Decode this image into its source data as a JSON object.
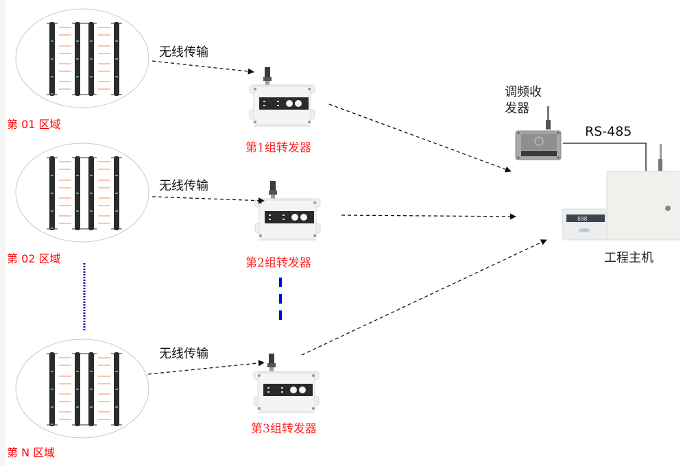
{
  "zones": [
    {
      "label": "第 01 区域"
    },
    {
      "label": "第 02 区域"
    },
    {
      "label": "第 N 区域"
    }
  ],
  "wireless_labels": [
    "无线传输",
    "无线传输",
    "无线传输"
  ],
  "relays": [
    {
      "label": "第1组转发器"
    },
    {
      "label": "第2组转发器"
    },
    {
      "label": "第3组转发器"
    }
  ],
  "transceiver": {
    "label_line1": "调频收",
    "label_line2": "发器"
  },
  "bus": {
    "label": "RS-485"
  },
  "host": {
    "label": "工程主机"
  },
  "colors": {
    "zone_label": "#ff0000",
    "relay_label": "#ff2020",
    "ellipsis_dots": "#0000aa",
    "ellipsis_dashes": "#0000ff",
    "beam": "#f4a27e",
    "arrow": "#111111"
  }
}
